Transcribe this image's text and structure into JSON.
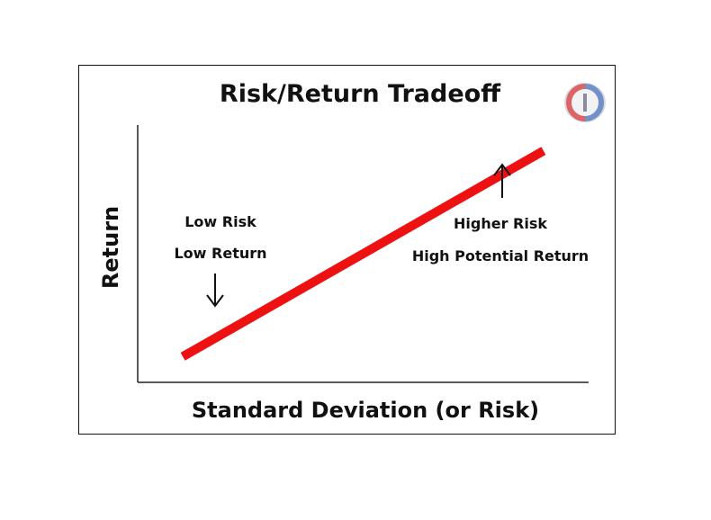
{
  "chart_data": {
    "type": "line",
    "title": "Risk/Return Tradeoff",
    "xlabel": "Standard Deviation (or Risk)",
    "ylabel": "Return",
    "grid": false,
    "legend": "none",
    "series": [
      {
        "color": "#ee1111",
        "points": [
          {
            "x": 1,
            "y": 1
          },
          {
            "x": 9,
            "y": 9
          }
        ]
      }
    ],
    "xlim": [
      0,
      10
    ],
    "ylim": [
      0,
      10
    ],
    "annotations": [
      {
        "lines": [
          "Low Risk",
          "Low Return"
        ],
        "arrow": "down"
      },
      {
        "lines": [
          "Higher Risk",
          "High Potential Return"
        ],
        "arrow": "up"
      }
    ]
  },
  "logo": {
    "icon": "seal-logo-icon",
    "colors": [
      "#d84a4a",
      "#5a7fc0"
    ]
  }
}
